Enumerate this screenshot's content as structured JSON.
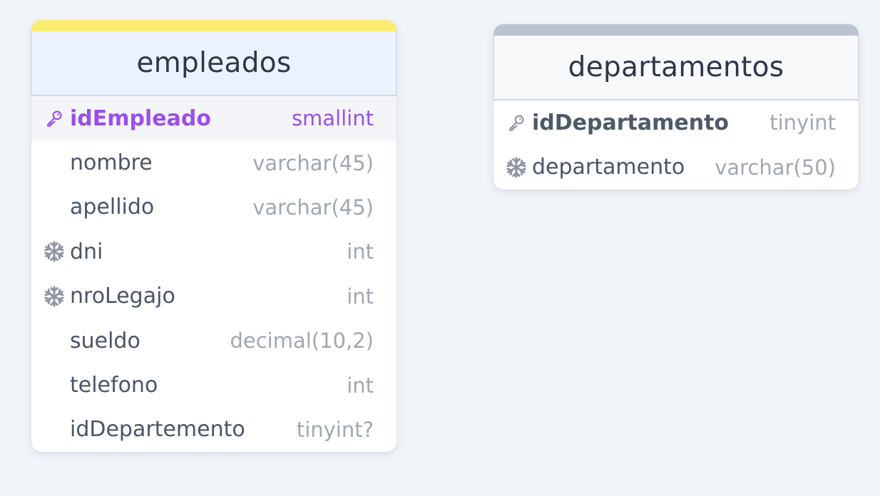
{
  "colors": {
    "canvas_bg": "#f1f4f8",
    "empleados_accent": "#fbec72",
    "departamentos_accent": "#bcc3ce",
    "primary_key_purple": "#9b4fe8",
    "icon_gray": "#8e95a1"
  },
  "tables": [
    {
      "name": "empleados",
      "columns": [
        {
          "name": "idEmpleado",
          "type": "smallint",
          "icon": "key-icon"
        },
        {
          "name": "nombre",
          "type": "varchar(45)",
          "icon": ""
        },
        {
          "name": "apellido",
          "type": "varchar(45)",
          "icon": ""
        },
        {
          "name": "dni",
          "type": "int",
          "icon": "snowflake-icon"
        },
        {
          "name": "nroLegajo",
          "type": "int",
          "icon": "snowflake-icon"
        },
        {
          "name": "sueldo",
          "type": "decimal(10,2)",
          "icon": ""
        },
        {
          "name": "telefono",
          "type": "int",
          "icon": ""
        },
        {
          "name": "idDepartemento",
          "type": "tinyint?",
          "icon": ""
        }
      ]
    },
    {
      "name": "departamentos",
      "columns": [
        {
          "name": "idDepartamento",
          "type": "tinyint",
          "icon": "key-icon"
        },
        {
          "name": "departamento",
          "type": "varchar(50)",
          "icon": "snowflake-icon"
        }
      ]
    }
  ]
}
